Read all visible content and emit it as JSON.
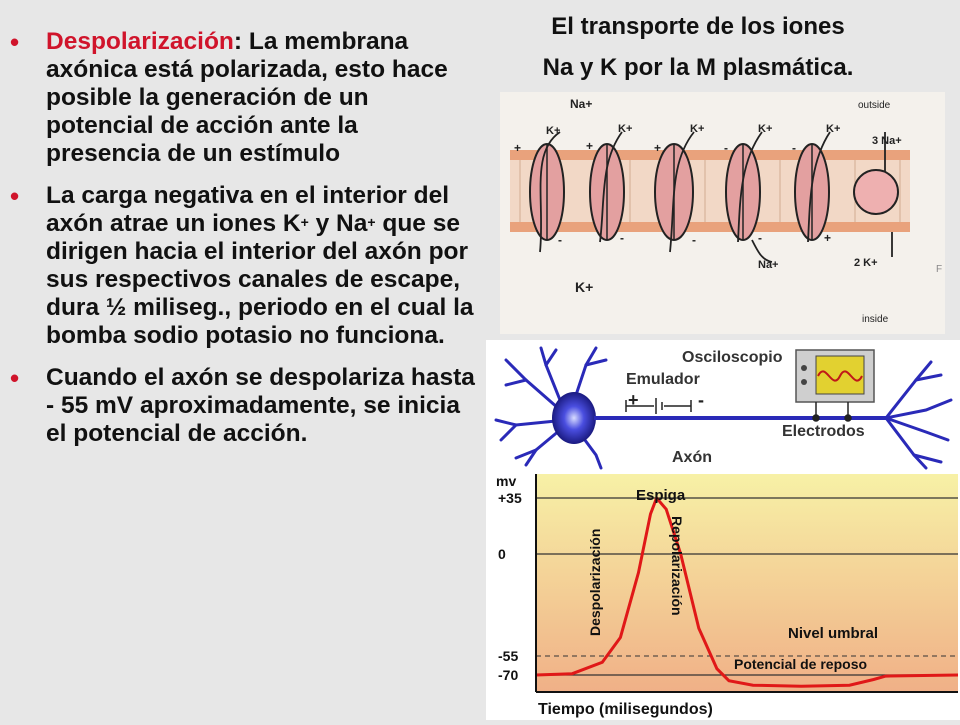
{
  "title": {
    "line1": "El transporte de los iones",
    "line2": "Na y K por la M plasmática."
  },
  "bullets": {
    "b1_highlight": "Despolarización",
    "b1_rest": ": La membrana axónica está polarizada, esto hace posible la generación de un potencial de acción ante la presencia de un estímulo",
    "b2_a": "La carga negativa en el interior del axón atrae un iones K",
    "b2_sup1": "+",
    "b2_b": " y Na",
    "b2_sup2": "+",
    "b2_c": " que se dirigen hacia el interior del axón por sus respectivos canales de escape, dura  ½ miliseg., periodo en el cual la bomba sodio potasio no funciona.",
    "b3": "Cuando el axón se despolariza hasta - 55 mV aproximadamente, se inicia el potencial de acción.",
    "bullet_symbol": "•"
  },
  "membrane": {
    "na_top": "Na+",
    "outside": "outside",
    "inside": "inside",
    "k_labels": [
      "K+",
      "K+",
      "K+",
      "K+",
      "K+"
    ],
    "three_na": "3 Na+",
    "two_k": "2 K+",
    "na_bottom": "Na+",
    "k_bottom": "K+",
    "f_label": "F"
  },
  "neuron": {
    "oscilloscope": "Osciloscopio",
    "emulator": "Emulador",
    "plus": "+",
    "minus": "-",
    "electrodes": "Electrodos",
    "axon": "Axón"
  },
  "chart_data": {
    "type": "line",
    "ylabel": "mv",
    "xlabel": "Tiempo (milisegundos)",
    "yticks": [
      "+35",
      "0",
      "-55",
      "-70"
    ],
    "ytick_values": [
      35,
      0,
      -55,
      -70
    ],
    "annotations": {
      "spike": "Espiga",
      "depolarization": "Despolarización",
      "repolarization": "Repolarización",
      "threshold": "Nivel umbral",
      "resting": "Potencial de reposo"
    },
    "series": [
      {
        "points": [
          [
            0,
            -70
          ],
          [
            0.3,
            -69
          ],
          [
            0.55,
            -60
          ],
          [
            0.7,
            -45
          ],
          [
            0.85,
            -10
          ],
          [
            0.95,
            25
          ],
          [
            1.0,
            35
          ],
          [
            1.08,
            28
          ],
          [
            1.2,
            0
          ],
          [
            1.35,
            -40
          ],
          [
            1.5,
            -65
          ],
          [
            1.6,
            -75
          ],
          [
            1.8,
            -79
          ],
          [
            2.2,
            -80
          ],
          [
            2.6,
            -79
          ],
          [
            2.8,
            -74
          ],
          [
            2.9,
            -71
          ],
          [
            3.5,
            -70
          ]
        ]
      }
    ],
    "colors": {
      "curve": "#e01818",
      "bg_top": "#f8f0a0",
      "bg_bottom": "#f2b48a"
    }
  }
}
